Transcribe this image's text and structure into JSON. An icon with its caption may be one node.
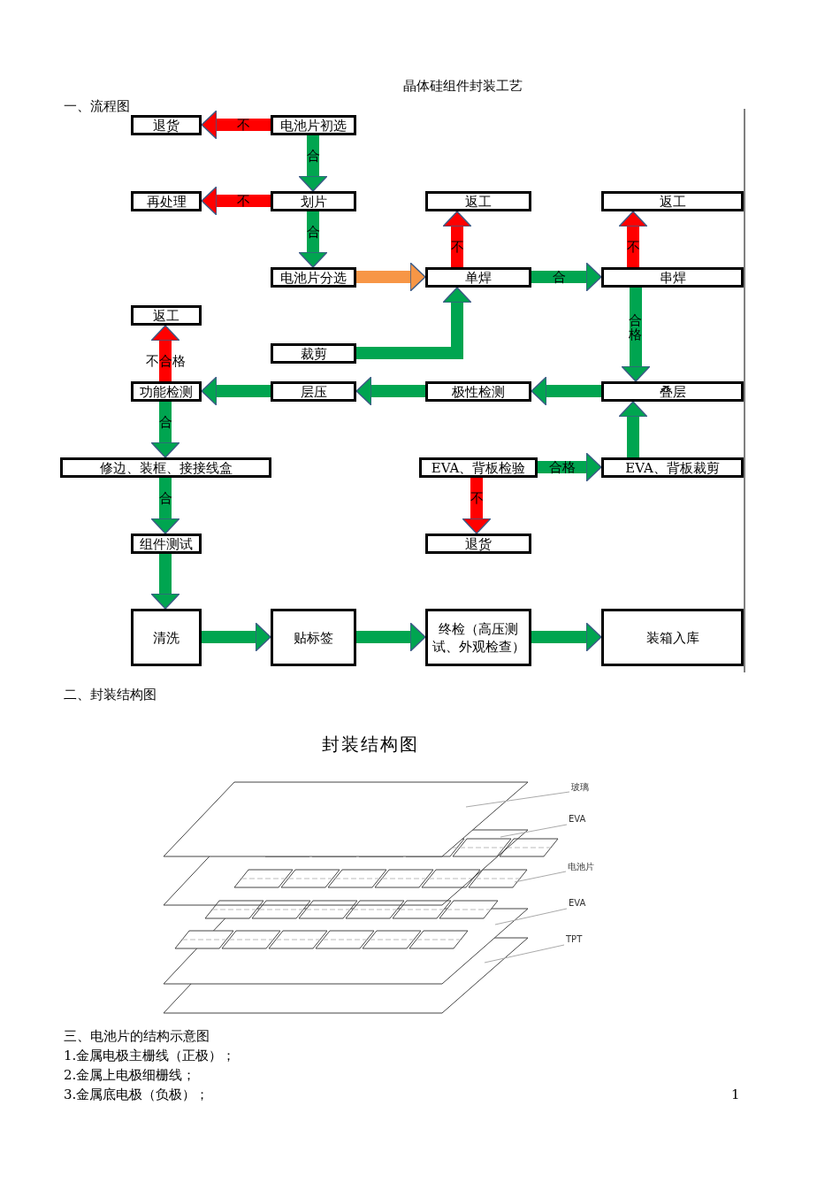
{
  "diagram": {
    "title": "晶体硅组件封装工艺",
    "nodes": [
      {
        "text": [
          "退货"
        ]
      },
      {
        "text": [
          "电池片初选"
        ]
      },
      {
        "text": [
          "再处理"
        ]
      },
      {
        "text": [
          "划片"
        ]
      },
      {
        "text": [
          "返工"
        ]
      },
      {
        "text": [
          "返工"
        ]
      },
      {
        "text": [
          "电池片分选"
        ]
      },
      {
        "text": [
          "单焊"
        ]
      },
      {
        "text": [
          "串焊"
        ]
      },
      {
        "text": [
          "返工"
        ]
      },
      {
        "text": [
          "裁剪"
        ]
      },
      {
        "text": [
          "功能检测"
        ]
      },
      {
        "text": [
          "层压"
        ]
      },
      {
        "text": [
          "极性检测"
        ]
      },
      {
        "text": [
          "叠层"
        ]
      },
      {
        "text": [
          "修边、装框、接接线盒"
        ]
      },
      {
        "text": [
          "EVA、背板检验"
        ]
      },
      {
        "text": [
          "EVA、背板裁剪"
        ]
      },
      {
        "text": [
          "组件测试"
        ]
      },
      {
        "text": [
          "退货"
        ]
      },
      {
        "text": [
          "清洗"
        ]
      },
      {
        "text": [
          "贴标签"
        ]
      },
      {
        "text": [
          "终检（高压测试、外观检查）"
        ]
      },
      {
        "text": [
          "装箱入库"
        ]
      },
      {
        "text": [
          "玻璃"
        ]
      },
      {
        "text": [
          "EVA"
        ]
      },
      {
        "text": [
          "电池片"
        ]
      },
      {
        "text": [
          "EVA"
        ]
      },
      {
        "text": [
          "TPT"
        ]
      }
    ],
    "edges": [
      {
        "from": 1,
        "to": 0,
        "arrow": "to",
        "label": "不",
        "color": "#ff0000"
      },
      {
        "from": 1,
        "to": 3,
        "arrow": "to",
        "label": "合"
      },
      {
        "from": 3,
        "to": 2,
        "arrow": "to",
        "label": "不",
        "color": "#ff0000"
      },
      {
        "from": 3,
        "to": 6,
        "arrow": "to",
        "label": "合"
      },
      {
        "from": 6,
        "to": 7,
        "arrow": "to",
        "color": "#f79646"
      },
      {
        "from": 7,
        "to": 4,
        "arrow": "to",
        "label": "不",
        "color": "#ff0000"
      },
      {
        "from": 7,
        "to": 8,
        "arrow": "to",
        "label": "合"
      },
      {
        "from": 8,
        "to": 5,
        "arrow": "to",
        "label": "不",
        "color": "#ff0000"
      },
      {
        "from": 8,
        "to": 14,
        "arrow": "to",
        "label": "合格"
      },
      {
        "from": 10,
        "to": 7,
        "arrow": "to"
      },
      {
        "from": 14,
        "to": 13,
        "arrow": "to"
      },
      {
        "from": 13,
        "to": 12,
        "arrow": "to"
      },
      {
        "from": 12,
        "to": 11,
        "arrow": "to"
      },
      {
        "from": 11,
        "to": 9,
        "arrow": "to",
        "label": "不合格",
        "color": "#ff0000"
      },
      {
        "from": 11,
        "to": 15,
        "arrow": "to",
        "label": "合"
      },
      {
        "from": 17,
        "to": 14,
        "arrow": "to"
      },
      {
        "from": 16,
        "to": 17,
        "arrow": "to",
        "label": "合格"
      },
      {
        "from": 16,
        "to": 19,
        "arrow": "to",
        "label": "不",
        "color": "#ff0000"
      },
      {
        "from": 15,
        "to": 18,
        "arrow": "to",
        "label": "合"
      },
      {
        "from": 18,
        "to": 20,
        "arrow": "to"
      },
      {
        "from": 20,
        "to": 21,
        "arrow": "to"
      },
      {
        "from": 21,
        "to": 22,
        "arrow": "to"
      },
      {
        "from": 22,
        "to": 23,
        "arrow": "to"
      },
      {
        "from": 24,
        "to": null,
        "arrow": "none",
        "color": "#aaaaaa"
      },
      {
        "from": 25,
        "to": null,
        "arrow": "none",
        "color": "#aaaaaa"
      },
      {
        "from": 26,
        "to": null,
        "arrow": "none",
        "color": "#aaaaaa"
      },
      {
        "from": 27,
        "to": null,
        "arrow": "none",
        "color": "#aaaaaa"
      },
      {
        "from": 28,
        "to": null,
        "arrow": "none",
        "color": "#aaaaaa"
      }
    ],
    "labels": [
      "一、流程图",
      "二、封装结构图",
      "封装结构图",
      "三、电池片的结构示意图",
      "1.金属电极主栅线（正极）；",
      "2.金属上电极细栅线；",
      "3.金属底电极（负极）；",
      "1"
    ]
  }
}
